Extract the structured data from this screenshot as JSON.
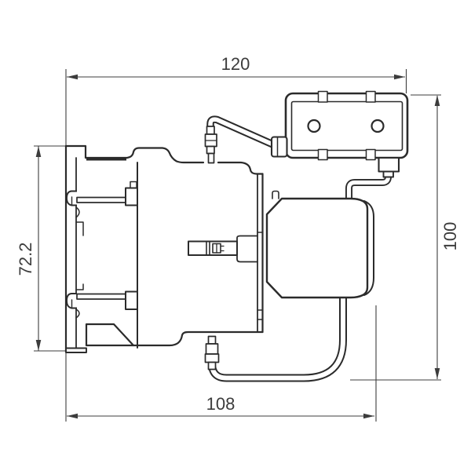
{
  "drawing": {
    "title": "contactor-with-capacitor-block-side-view",
    "type": "technical-dimension-drawing",
    "units_shown": false,
    "dimensions": {
      "top_width": {
        "label": "120",
        "orientation": "horizontal",
        "position": "top"
      },
      "right_height": {
        "label": "100",
        "orientation": "vertical",
        "position": "right"
      },
      "left_height": {
        "label": "72.2",
        "orientation": "vertical",
        "position": "left"
      },
      "bottom_width": {
        "label": "108",
        "orientation": "horizontal",
        "position": "bottom"
      }
    },
    "colors": {
      "background": "#ffffff",
      "line": "#2b2b2b",
      "dimension_line": "#3c3c3c",
      "text": "#3c3c3c"
    }
  }
}
